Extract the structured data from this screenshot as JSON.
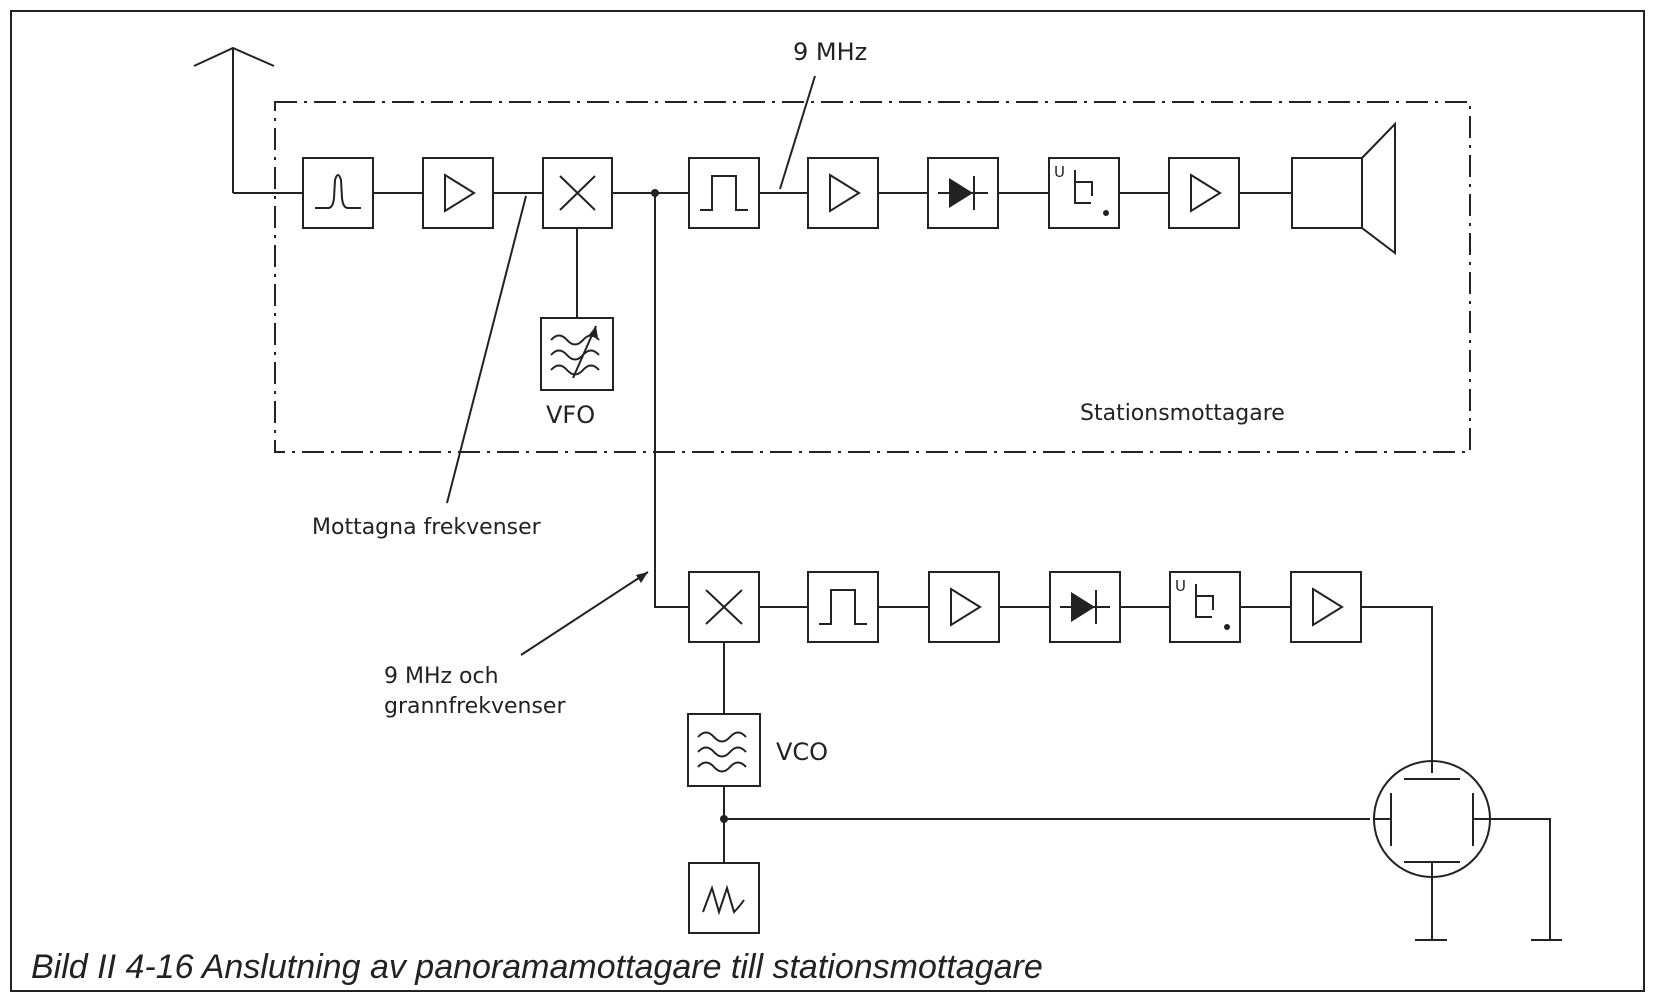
{
  "diagram": {
    "label_9mhz": "9 MHz",
    "label_vfo": "VFO",
    "label_station_receiver": "Stationsmottagare",
    "label_received_freq": "Mottagna frekvenser",
    "label_neighbor_line1": "9 MHz och",
    "label_neighbor_line2": "grannfrekvenser",
    "label_vco": "VCO",
    "label_u": "U",
    "caption": "Bild II 4-16  Anslutning av panoramamottagare till stationsmottagare"
  },
  "colors": {
    "line": "#222222",
    "background": "#ffffff"
  }
}
